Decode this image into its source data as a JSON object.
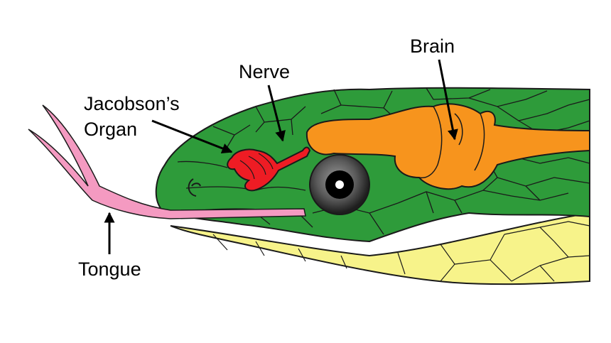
{
  "labels": {
    "brain": "Brain",
    "nerve": "Nerve",
    "jacobsons_line1": "Jacobson’s",
    "jacobsons_line2": "Organ",
    "tongue": "Tongue"
  },
  "colors": {
    "head_green": "#2e9b3a",
    "outline": "#1a1a1a",
    "belly_yellow": "#f7f38a",
    "brain_orange": "#f7941d",
    "organ_red": "#ee1c24",
    "tongue_pink": "#f49ac1",
    "eye_black": "#2b2b2b"
  }
}
